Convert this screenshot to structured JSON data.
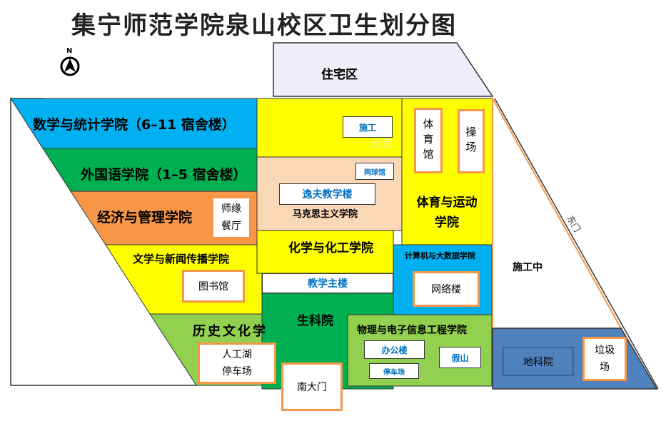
{
  "title": "集宁师范学院泉山校区卫生划分图",
  "compass": "N",
  "regions": {
    "residential": "住宅区",
    "math": "数学与统计学院（6–11 宿舍楼）",
    "foreign": "外国语学院（1–5 宿舍楼）",
    "economics": "经济与管理学院",
    "canteen": "师缘餐厅",
    "literature": "文学与新闻传播学院",
    "library": "图书馆",
    "history": "历史文化学",
    "lake": "人工湖",
    "parking_lot": "停车场",
    "construction_box": "施工",
    "faded": "改变",
    "tennis": "网球馆",
    "yifu": "逸夫教学楼",
    "marxism": "马克思主义学院",
    "gym": "体育馆",
    "field": "操场",
    "sports": "体育与运动学院",
    "chemistry": "化学与化工学院",
    "main_building": "教学主楼",
    "biology": "生科院",
    "computer": "计算机与大数据学院",
    "network": "网络楼",
    "physics": "物理与电子信息工程学院",
    "office": "办公楼",
    "rockery": "假山",
    "parking": "停车场",
    "south_gate": "南大门",
    "east_gate": "东门",
    "under_construction": "施工中",
    "geology": "地科院",
    "garbage": "垃圾场"
  },
  "colors": {
    "blue": "#00b0f0",
    "green": "#00b050",
    "orange": "#f79646",
    "yellow": "#ffff00",
    "lightgreen": "#92d050",
    "peach": "#fad7b5",
    "steel": "#4f81bd"
  }
}
